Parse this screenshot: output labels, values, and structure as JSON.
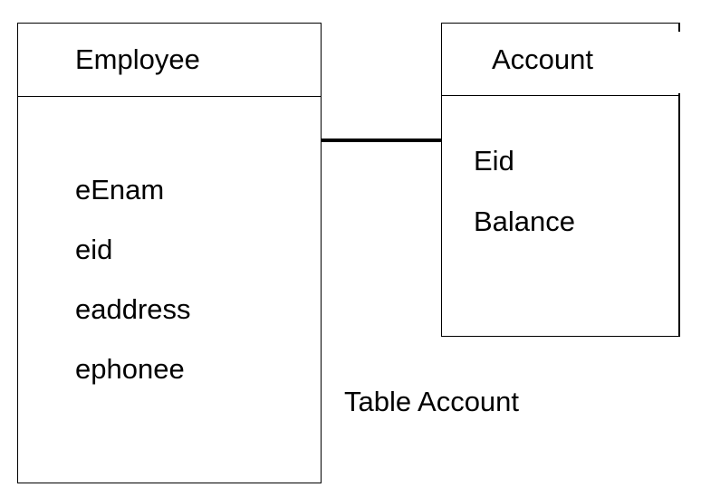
{
  "employee": {
    "title": "Employee",
    "attributes": [
      "eEnam",
      "eid",
      "eaddress",
      "ephonee"
    ]
  },
  "account": {
    "title": "Account",
    "attributes": [
      "Eid",
      "Balance"
    ]
  },
  "caption": "Table Account"
}
